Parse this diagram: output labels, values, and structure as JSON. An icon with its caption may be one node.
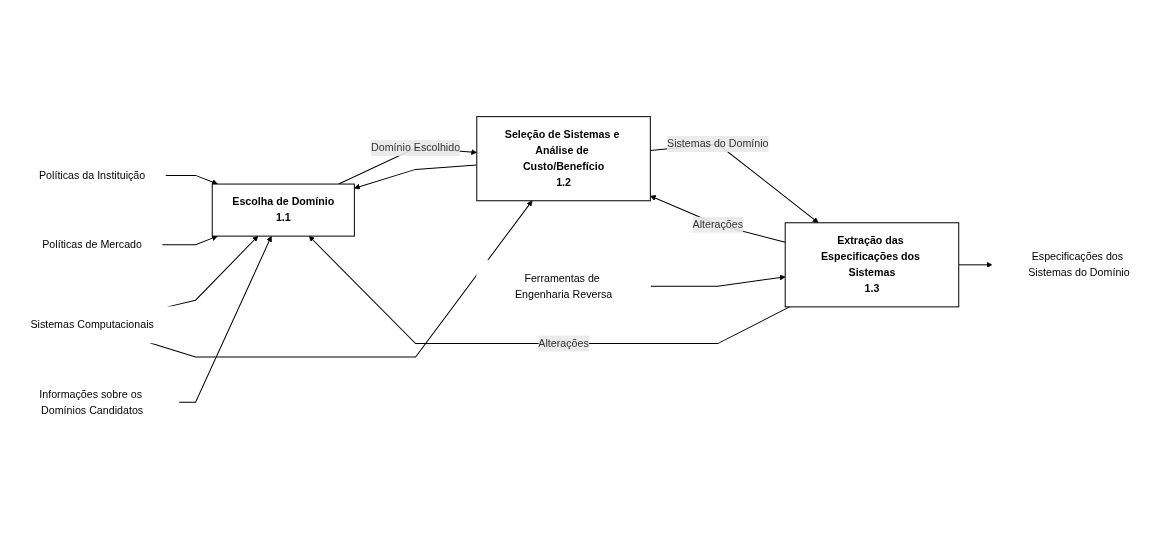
{
  "diagram": {
    "nodes": [
      {
        "text": [
          "Políticas da Instituição"
        ]
      },
      {
        "text": [
          "Políticas de Mercado"
        ]
      },
      {
        "text": [
          "Informações sobre os Domínios Candidatos"
        ]
      },
      {
        "text": [
          "Sistemas Computacionais"
        ]
      },
      {
        "text": [
          "Escolha de Domínio",
          "1.1"
        ]
      },
      {
        "text": [
          "Seleção de Sistemas e Análise de Custo/Benefício",
          "1.2"
        ]
      },
      {
        "text": [
          "Extração das Especificações dos Sistemas",
          "1.3"
        ]
      },
      {
        "text": [
          "Especificações dos Sistemas do Domínio"
        ]
      },
      {
        "text": [
          "Ferramentas de Engenharia Reversa"
        ]
      }
    ],
    "edges": [
      {
        "from": 0,
        "to": 4,
        "arrow": "to"
      },
      {
        "from": 1,
        "to": 4,
        "arrow": "to"
      },
      {
        "from": 2,
        "to": 4,
        "arrow": "to"
      },
      {
        "from": 3,
        "to": 4,
        "arrow": "to"
      },
      {
        "from": 3,
        "to": 5,
        "arrow": "to"
      },
      {
        "from": 4,
        "to": 5,
        "label": "Domínio Escolhido",
        "arrow": "to"
      },
      {
        "from": 5,
        "to": 4,
        "arrow": "to"
      },
      {
        "from": 6,
        "to": 4,
        "label": "Alterações",
        "arrow": "to"
      },
      {
        "from": 6,
        "to": 5,
        "label": "Alterações",
        "arrow": "to"
      },
      {
        "from": 5,
        "to": 6,
        "label": "Sistemas do Domínio",
        "arrow": "to"
      },
      {
        "from": 6,
        "to": 7,
        "arrow": "to"
      },
      {
        "from": 8,
        "to": 6,
        "arrow": "to"
      }
    ]
  }
}
